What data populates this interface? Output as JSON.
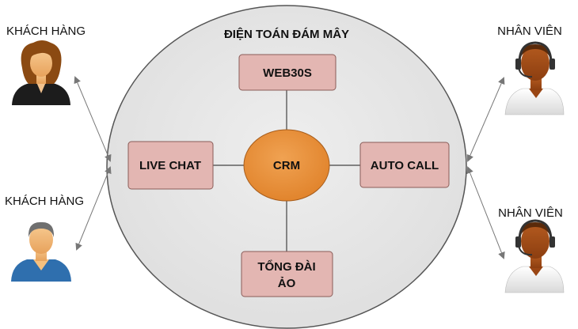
{
  "diagram": {
    "cloud_title": "ĐIỆN TOÁN ĐÁM MÂY",
    "center_node": "CRM",
    "services": {
      "top": "WEB30S",
      "left": "LIVE CHAT",
      "right": "AUTO CALL",
      "bottom_line1": "TỔNG ĐÀI",
      "bottom_line2": "ẢO"
    },
    "customers": {
      "top_label": "KHÁCH HÀNG",
      "bottom_label": "KHÁCH HÀNG"
    },
    "staff": {
      "top_label": "NHÂN VIÊN",
      "bottom_label": "NHÂN VIÊN"
    }
  },
  "colors": {
    "cloud_fill": "#e6e6e6",
    "cloud_stroke": "#555555",
    "service_fill": "#e3b6b2",
    "service_stroke": "#8a5c58",
    "crm_fill": "#e88f3a",
    "crm_stroke": "#a75d1c",
    "connector": "#444444",
    "arrow": "#777777"
  },
  "icons": {
    "customer_top": "woman-avatar-icon",
    "customer_bottom": "man-avatar-icon",
    "staff_top": "headset-agent-icon",
    "staff_bottom": "headset-agent-icon"
  }
}
